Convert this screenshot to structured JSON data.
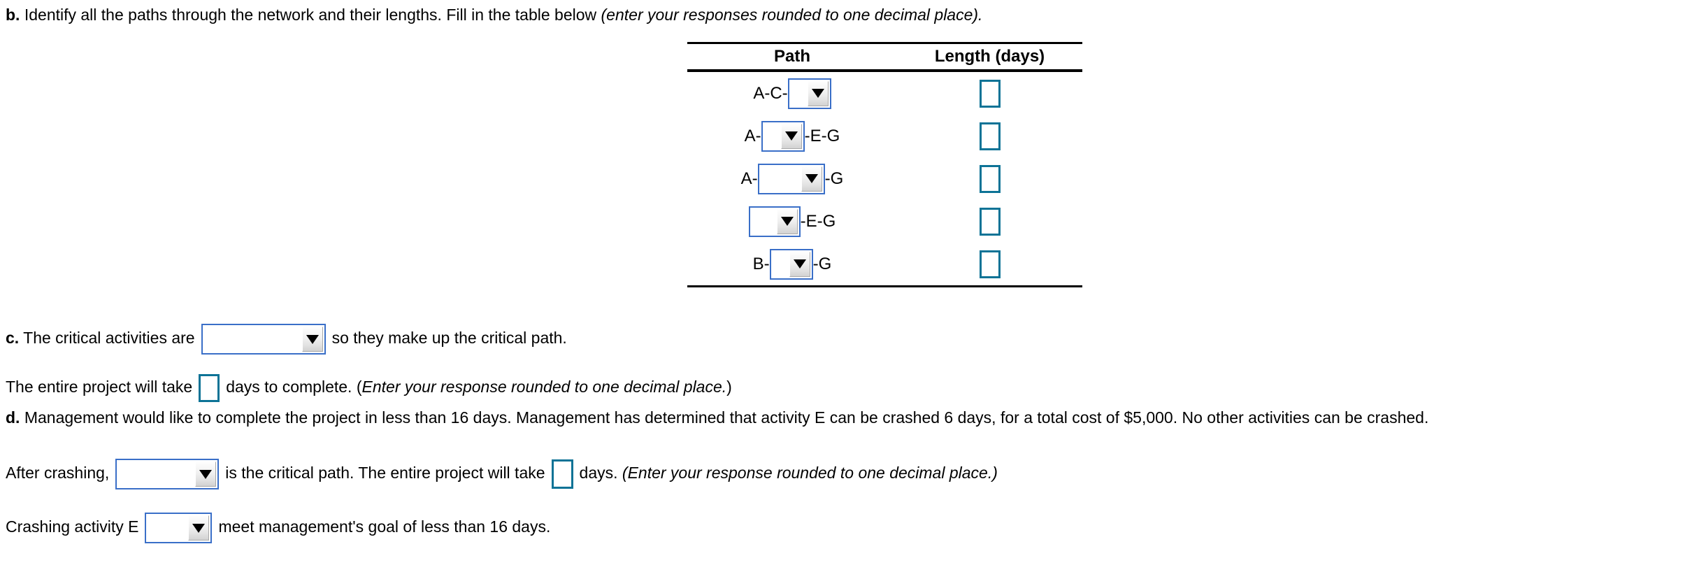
{
  "question_b": {
    "label": "b.",
    "text": " Identify all the paths through the network and their lengths. Fill in the table below ",
    "italic_note": "(enter your responses rounded to one decimal place)."
  },
  "paths_table": {
    "headers": {
      "path": "Path",
      "length": "Length (days)"
    },
    "rows": [
      {
        "prefix": "A-C-",
        "suffix": "",
        "dropdown_width": "w-md",
        "dropdown_value": "",
        "length_value": ""
      },
      {
        "prefix": "A-",
        "suffix": "-E-G",
        "dropdown_width": "w-md",
        "dropdown_value": "",
        "length_value": ""
      },
      {
        "prefix": "A-",
        "suffix": "-G",
        "dropdown_width": "w-xl",
        "dropdown_value": "",
        "length_value": ""
      },
      {
        "prefix": "",
        "suffix": "-E-G",
        "dropdown_width": "w-lg",
        "dropdown_value": "",
        "length_value": ""
      },
      {
        "prefix": "B-",
        "suffix": "-G",
        "dropdown_width": "w-md",
        "dropdown_value": "",
        "length_value": ""
      }
    ]
  },
  "question_c": {
    "label": "c.",
    "text_before": " The critical activities are",
    "dropdown_value": "",
    "text_after": "so they make up the critical path."
  },
  "question_c2": {
    "text_before": "The entire project will take",
    "answer_value": "",
    "text_middle": "days to complete. (",
    "italic_note": "Enter your response rounded to one decimal place.",
    "text_after": ")"
  },
  "question_d": {
    "label": "d.",
    "text": " Management would like to complete the project in less than 16 days. Management has determined that activity E can be crashed 6 days, for a total cost of $5,000. No other activities can be crashed."
  },
  "question_d2": {
    "text_before": "After crashing,",
    "dropdown_value": "",
    "text_middle": "is the critical path. The entire project will take",
    "answer_value": "",
    "text_after": "days. ",
    "italic_note": "(Enter your response rounded to one decimal place.)"
  },
  "question_d3": {
    "text_before": "Crashing activity E",
    "dropdown_value": "",
    "text_after": "meet management's goal of less than 16 days."
  },
  "colors": {
    "combo_border": "#3a6fc8",
    "answer_border": "#0d7396",
    "rule": "#000000",
    "text": "#000000"
  },
  "icons": {
    "dropdown_arrow": "chevron-down-icon"
  }
}
